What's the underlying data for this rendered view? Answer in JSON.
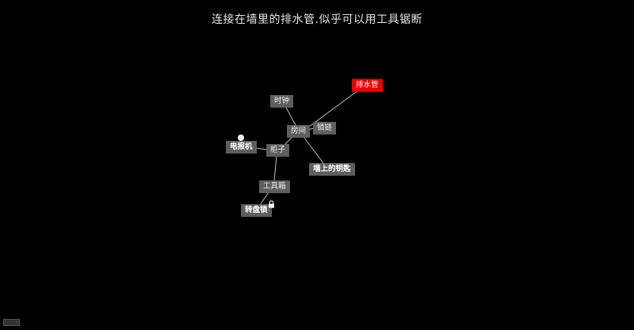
{
  "header": {
    "message": "连接在墙里的排水管.似乎可以用工具锯断"
  },
  "graph": {
    "nodes": {
      "drain_pipe": "排水管",
      "clock": "时钟",
      "room": "房间",
      "chain": "锁链",
      "telegraph": "电报机",
      "cabinet": "柜子",
      "wall_key": "墙上的钥匙",
      "toolbox": "工具箱",
      "dial_lock": "转盘锁"
    },
    "selected": "drain_pipe",
    "locked": [
      "dial_lock"
    ]
  },
  "colors": {
    "background": "#000000",
    "node": "#5e5e5e",
    "selected": "#f10000",
    "link": "#bdbdbd"
  },
  "icons": {
    "marker": "white-dot",
    "locked": "padlock-icon"
  }
}
